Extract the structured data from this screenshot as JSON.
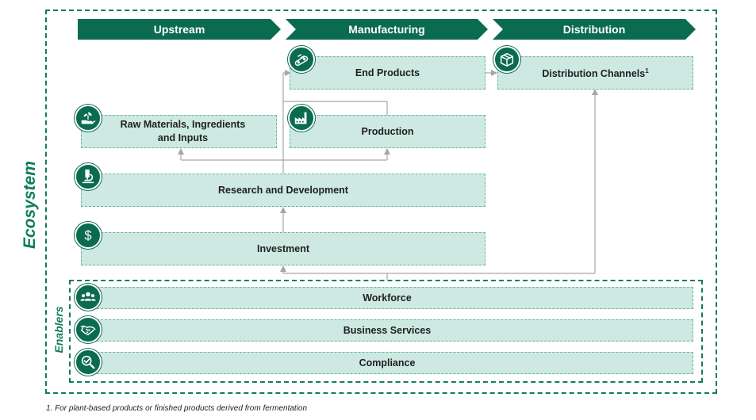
{
  "stages": {
    "upstream": "Upstream",
    "manufacturing": "Manufacturing",
    "distribution": "Distribution"
  },
  "ecosystem_label": "Ecosystem",
  "enablers_label": "Enablers",
  "nodes": {
    "end_products": "End Products",
    "distribution_channels": "Distribution Channels",
    "distribution_channels_note": "1",
    "raw_materials": "Raw Materials, Ingredients and Inputs",
    "production": "Production",
    "research": "Research and Development",
    "investment": "Investment"
  },
  "enablers": {
    "workforce": "Workforce",
    "business_services": "Business Services",
    "compliance": "Compliance"
  },
  "icons": {
    "end_products": "conveyor-icon",
    "distribution_channels": "package-icon",
    "raw_materials": "hand-plant-icon",
    "production": "factory-icon",
    "research": "microscope-icon",
    "investment": "dollar-icon",
    "workforce": "people-icon",
    "business_services": "handshake-icon",
    "compliance": "checkmark-magnifier-icon"
  },
  "footnote": "1. For plant-based products or finished products derived from fermentation",
  "colors": {
    "primary": "#0b6b50",
    "box_fill": "#cde9e1",
    "box_border": "#6db59f",
    "connector": "#a6a6a6"
  }
}
